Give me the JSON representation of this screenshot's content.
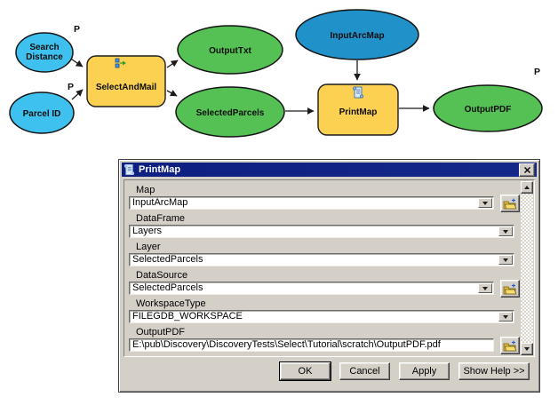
{
  "diagram": {
    "param_marker": "P",
    "nodes": {
      "search_distance": {
        "line1": "Search",
        "line2": "Distance"
      },
      "parcel_id": {
        "label": "Parcel ID"
      },
      "select_and_mail": {
        "label": "SelectAndMail"
      },
      "output_txt": {
        "label": "OutputTxt"
      },
      "selected_parcels": {
        "label": "SelectedParcels"
      },
      "input_arcmap": {
        "label": "InputArcMap"
      },
      "print_map": {
        "label": "PrintMap"
      },
      "output_pdf": {
        "label": "OutputPDF"
      }
    },
    "colors": {
      "input_parameter_fill": "#3EC1EE",
      "input_variable_fill": "#2191C9",
      "derived_output_fill": "#55C155",
      "tool_fill": "#FCD050"
    }
  },
  "dialog": {
    "title": "PrintMap",
    "titlebar_color": "#0D1F80",
    "background_color": "#D4D0C8",
    "fields": [
      {
        "label": "Map",
        "value": "InputArcMap"
      },
      {
        "label": "DataFrame",
        "value": "Layers"
      },
      {
        "label": "Layer",
        "value": "SelectedParcels"
      },
      {
        "label": "DataSource",
        "value": "SelectedParcels"
      },
      {
        "label": "WorkspaceType",
        "value": "FILEGDB_WORKSPACE"
      },
      {
        "label": "OutputPDF",
        "value": "E:\\pub\\Discovery\\DiscoveryTests\\Select\\Tutorial\\scratch\\OutputPDF.pdf"
      }
    ],
    "buttons": {
      "ok": "OK",
      "cancel": "Cancel",
      "apply": "Apply",
      "help": "Show Help >>"
    }
  }
}
